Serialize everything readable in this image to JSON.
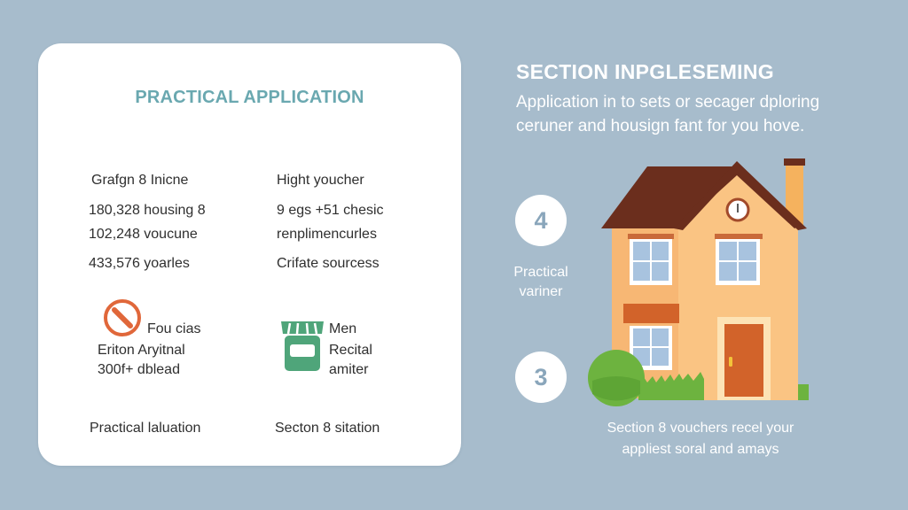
{
  "card": {
    "title": "PRACTICAL APPLICATION",
    "left_column": {
      "heading": "Grafgn 8 Inicne",
      "lines": [
        "180,328 housing 8",
        "102,248 voucune",
        "433,576 yoarles"
      ]
    },
    "right_column": {
      "heading": "Hight youcher",
      "lines": [
        "9 egs +51 chesic",
        "renplimencurles",
        "Crifate sourcess"
      ]
    },
    "feature_left": {
      "icon": "no-entry-icon",
      "label": "Fou cias",
      "line1": "Eriton Aryitnal",
      "line2": "300f+ dblead"
    },
    "feature_right": {
      "icon": "storefront-icon",
      "label": "Men",
      "line1": "Recital",
      "line2": "amiter"
    },
    "footer_left": "Practical laluation",
    "footer_right": "Secton 8 sitation"
  },
  "right_panel": {
    "title": "SECTION INPGLESEMING",
    "description_line1": "Application in to sets or secager dploring",
    "description_line2": "ceruner and housign fant for you hove.",
    "step_4": {
      "number": "4",
      "label_line1": "Practical",
      "label_line2": "variner"
    },
    "step_3": {
      "number": "3"
    },
    "caption_line1": "Section 8 vouchers recel your",
    "caption_line2": "appliest soral and amays",
    "illustration": "house-illustration"
  },
  "colors": {
    "background": "#a7bccc",
    "card": "#ffffff",
    "title_teal": "#6aa8b0",
    "number_blue": "#8aa6bb",
    "roof": "#6b2e1d",
    "wall": "#fac483",
    "door": "#d2632a",
    "bush": "#6db33f",
    "store_green": "#4fa57a",
    "no_entry_orange": "#e0673a"
  }
}
